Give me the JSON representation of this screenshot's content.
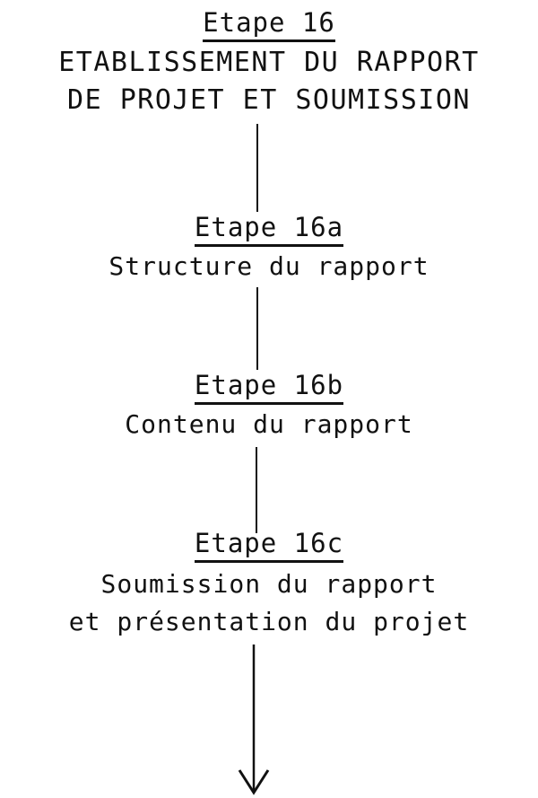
{
  "diagram": {
    "type": "vertical-flowchart",
    "steps": [
      {
        "heading": "Etape 16",
        "lines": [
          "ETABLISSEMENT DU RAPPORT",
          "DE PROJET ET SOUMISSION"
        ]
      },
      {
        "heading": "Etape 16a",
        "lines": [
          "Structure du rapport"
        ]
      },
      {
        "heading": "Etape 16b",
        "lines": [
          "Contenu du rapport"
        ]
      },
      {
        "heading": "Etape 16c",
        "lines": [
          "Soumission du rapport",
          "et présentation du projet"
        ]
      }
    ],
    "connectors": [
      "line",
      "line",
      "line",
      "arrow-down"
    ]
  }
}
